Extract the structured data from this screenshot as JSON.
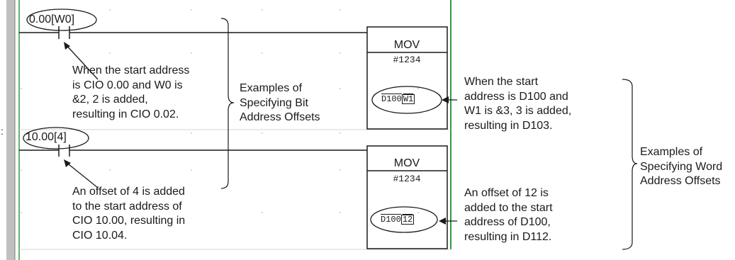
{
  "rung1": {
    "contact_label": "0.00[W0]",
    "instruction": "MOV",
    "constant": "#1234",
    "operand_base": "D100",
    "operand_offset": "W1",
    "bit_note": "When the start address\nis CIO 0.00 and W0 is\n&2, 2 is added,\nresulting in CIO 0.02.",
    "word_note": "When the start\naddress is D100 and\nW1 is &3, 3 is added,\nresulting in D103."
  },
  "rung2": {
    "contact_label": "10.00[4]",
    "instruction": "MOV",
    "constant": "#1234",
    "operand_base": "D100",
    "operand_offset": "12",
    "bit_note": "An offset of 4 is added\nto the start address of\nCIO 10.00, resulting in\nCIO 10.04.",
    "word_note": "An offset of 12 is\nadded to the start\naddress of D100,\nresulting in D112."
  },
  "groups": {
    "bit_offsets": "Examples of\nSpecifying Bit\nAddress Offsets",
    "word_offsets": "Examples of\nSpecifying Word\nAddress Offsets"
  },
  "colors": {
    "left_rail": "#c0c0c0",
    "right_rail": "#2e9a3e",
    "ink": "#1a1a1a",
    "grid_dot": "#c8c8c8"
  }
}
